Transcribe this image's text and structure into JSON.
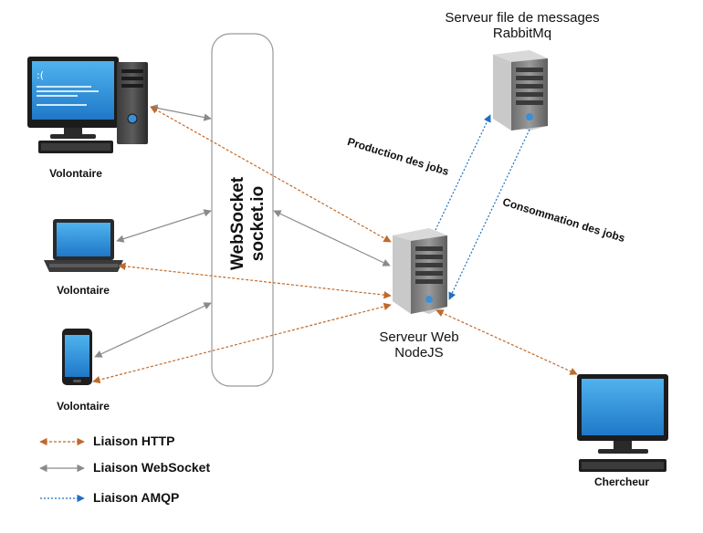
{
  "nodes": {
    "volunteer_desktop": {
      "label": "Volontaire"
    },
    "volunteer_laptop": {
      "label": "Volontaire"
    },
    "volunteer_phone": {
      "label": "Volontaire"
    },
    "websocket": {
      "line1": "WebSocket",
      "line2": "socket.io"
    },
    "rabbit_server": {
      "line1": "Serveur file de messages",
      "line2": "RabbitMq"
    },
    "web_server": {
      "line1": "Serveur Web",
      "line2": "NodeJS"
    },
    "researcher": {
      "label": "Chercheur"
    }
  },
  "edges": {
    "production": "Production des jobs",
    "consommation": "Consommation des jobs"
  },
  "legend": {
    "http": "Liaison HTTP",
    "websocket": "Liaison WebSocket",
    "amqp": "Liaison AMQP"
  },
  "colors": {
    "http": "#c0692a",
    "websocket": "#8a8a8a",
    "amqp": "#1f6fbf"
  }
}
